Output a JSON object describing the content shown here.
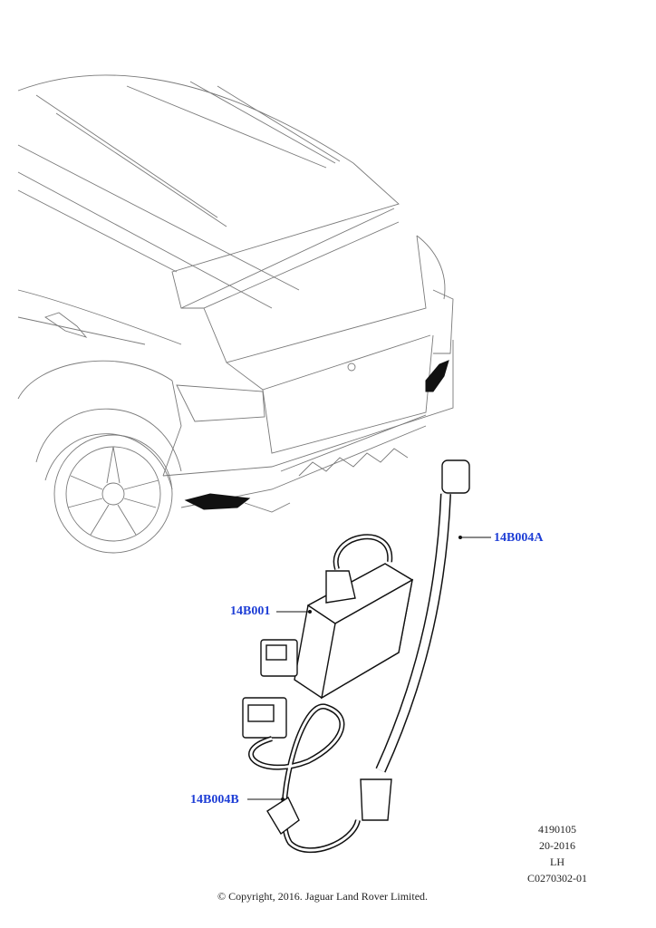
{
  "callouts": {
    "antenna": "14B004A",
    "module": "14B001",
    "harness": "14B004B"
  },
  "meta": {
    "ref_number": "4190105",
    "model_year": "20-2016",
    "side": "LH",
    "illustration_code": "C0270302-01"
  },
  "copyright": "© Copyright, 2016. Jaguar Land Rover Limited.",
  "colors": {
    "callout": "#1f3fd6",
    "line_art": "#7a7a7a",
    "part_outline": "#111111"
  }
}
